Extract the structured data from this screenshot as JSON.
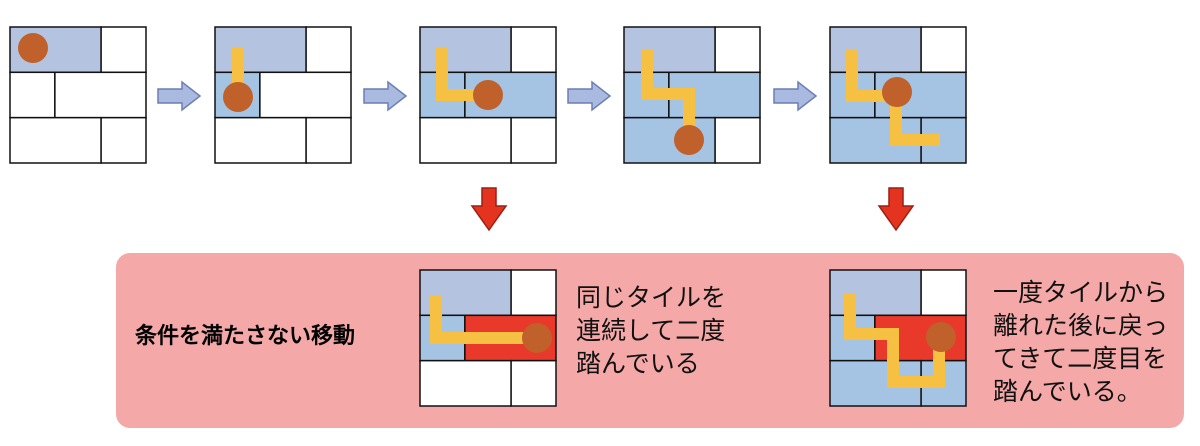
{
  "colors": {
    "panel_bg": "#f4a9a8",
    "visited_light": "#b4c4e0",
    "visited_blue": "#a5c3e3",
    "red_tile": "#e8392a",
    "path": "#f6c142",
    "ball": "#c0602a",
    "arrow_blue": "#aab9df",
    "arrow_red": "#e4341f",
    "label_red": "#e8391f"
  },
  "panel": {
    "label": "条件を満たさない移動",
    "case1_lines": [
      "同じタイルを",
      "連続して二度",
      "踏んでいる"
    ],
    "case2_lines": [
      "一度タイルから",
      "離れた後に戻っ",
      "てきて二度目を",
      "踏んでいる。"
    ]
  },
  "sequence": {
    "step_count": 5,
    "arrow": "right-arrow-icon",
    "down_arrow": "down-arrow-icon",
    "marker": "ball-icon"
  }
}
